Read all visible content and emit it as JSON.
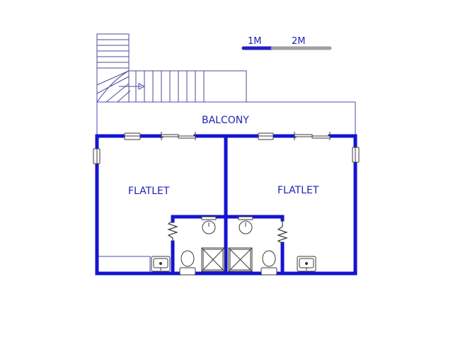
{
  "scale_bar": {
    "label_1": "1M",
    "label_2": "2M",
    "color_primary": "#2121c8",
    "color_secondary": "#a0a0a0"
  },
  "rooms": {
    "balcony": "BALCONY",
    "flatlet_left": "FLATLET",
    "flatlet_right": "FLATLET"
  },
  "colors": {
    "wall": "#1414d2",
    "outline": "#4a4ab4",
    "fixture": "#3a3a3a",
    "background": "#ffffff"
  }
}
